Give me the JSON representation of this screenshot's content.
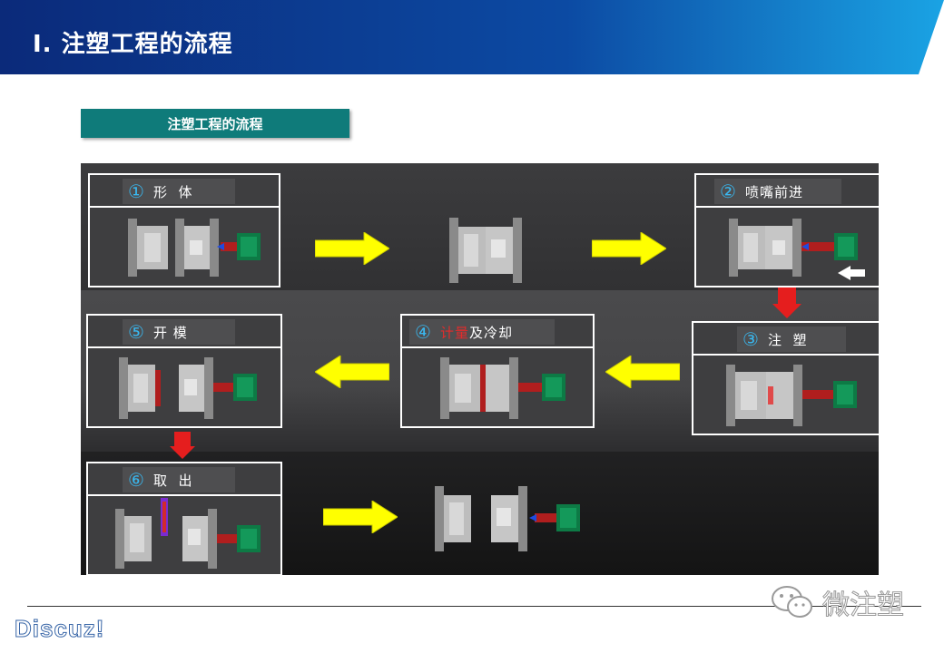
{
  "header": {
    "title": "Ⅰ. 注塑工程的流程"
  },
  "section": {
    "title": "注塑工程的流程"
  },
  "steps": [
    {
      "num": "①",
      "label": "形  体"
    },
    {
      "num": "②",
      "label": "喷嘴前进"
    },
    {
      "num": "③",
      "label": "注  塑"
    },
    {
      "num": "④",
      "label_highlight": "计量",
      "label_rest": "及冷却"
    },
    {
      "num": "⑤",
      "label": "开 模"
    },
    {
      "num": "⑥",
      "label": "取  出"
    }
  ],
  "footer": {
    "logo": "Discuz!",
    "watermark": "微注塑"
  },
  "colors": {
    "arrow_flow": "#ffff00",
    "arrow_down": "#e51e1e",
    "step_number": "#39b8f0",
    "tag_bg": "#0f7b7a"
  }
}
